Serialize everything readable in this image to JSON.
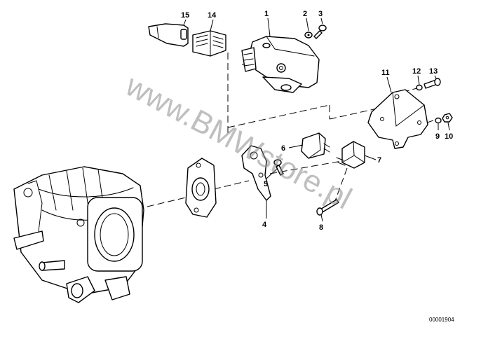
{
  "diagram": {
    "callouts": [
      "1",
      "2",
      "3",
      "4",
      "5",
      "6",
      "7",
      "8",
      "9",
      "10",
      "11",
      "12",
      "13",
      "14",
      "15"
    ],
    "reference_number": "00001904",
    "watermark": "www.BMWstore.pl"
  },
  "colors": {
    "line": "#000000",
    "background": "#ffffff",
    "watermark": "#8a8a8a"
  }
}
